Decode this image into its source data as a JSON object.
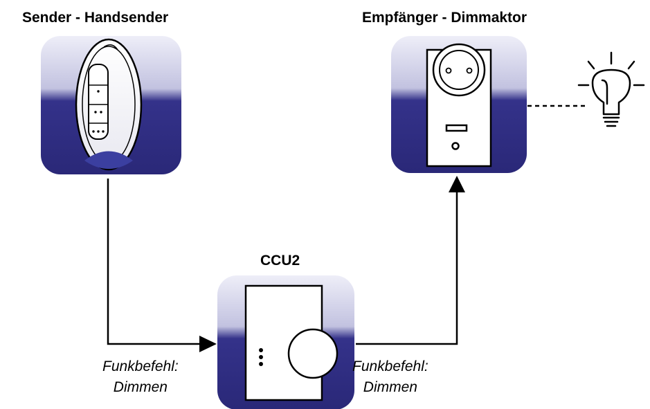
{
  "sender": {
    "title": "Sender - Handsender"
  },
  "receiver": {
    "title": "Empfänger - Dimmaktor"
  },
  "ccu": {
    "title": "CCU2"
  },
  "commands": [
    {
      "line1": "Funkbefehl:",
      "line2": "Dimmen"
    },
    {
      "line1": "Funkbefehl:",
      "line2": "Dimmen"
    }
  ],
  "icons": {
    "sender": "remote-control-icon",
    "receiver": "plug-dimmer-icon",
    "ccu": "ccu-device-icon",
    "lamp": "lightbulb-icon"
  },
  "colors": {
    "tile_dark": "#2c2a7c",
    "tile_light": "#e6e6f5",
    "line": "#000000"
  }
}
